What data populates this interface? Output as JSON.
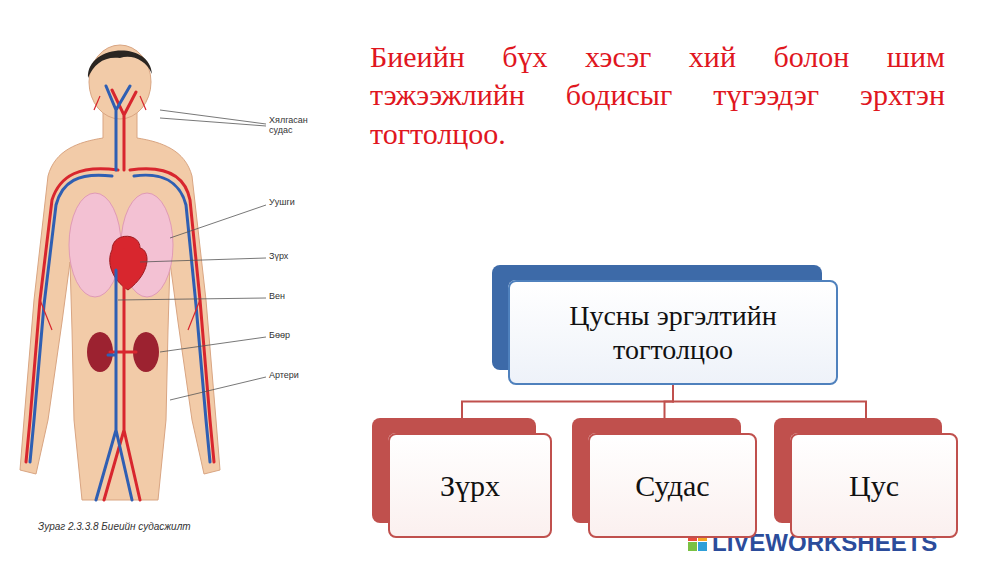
{
  "diagram": {
    "title": "Биеийн бүх хэсэг хий болон шим тэжээжлийн бодисыг түгээдэг эрхтэн тогтолцоо.",
    "caption": "Зураг 2.3.3.8 Биеийн судасжилт",
    "nodes": [
      {
        "text": [
          "Цусны эргэлтийн тогтолцоо"
        ]
      },
      {
        "text": [
          "Зүрх"
        ]
      },
      {
        "text": [
          "Судас"
        ]
      },
      {
        "text": [
          "Цус"
        ]
      }
    ],
    "edges": [
      {
        "from": 0,
        "to": 1,
        "arrow": "none"
      },
      {
        "from": 0,
        "to": 2,
        "arrow": "none"
      },
      {
        "from": 0,
        "to": 3,
        "arrow": "none"
      }
    ],
    "labels": [
      "Хялгасан судас",
      "Уушги",
      "Зүрх",
      "Вен",
      "Бөөр",
      "Артери",
      "LIVEWORKSHEETS"
    ]
  }
}
